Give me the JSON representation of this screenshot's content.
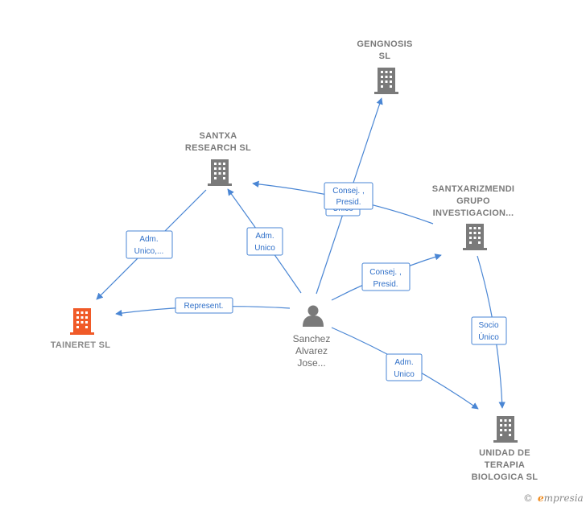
{
  "colors": {
    "edge": "#4a86d4",
    "edge_text": "#2f6fc8",
    "building": "#7a7a7a",
    "building_focus": "#f05a28",
    "person": "#7a7a7a"
  },
  "nodes": [
    {
      "id": "gengnosis",
      "type": "company",
      "icon": "building-icon",
      "lines": [
        "GENGNOSIS",
        "SL"
      ]
    },
    {
      "id": "santxa",
      "type": "company",
      "icon": "building-icon",
      "lines": [
        "SANTXA",
        "RESEARCH  SL"
      ]
    },
    {
      "id": "santxarizmendi",
      "type": "company",
      "icon": "building-icon",
      "lines": [
        "SANTXARIZMENDI",
        "GRUPO",
        "INVESTIGACION..."
      ]
    },
    {
      "id": "taineret",
      "type": "company",
      "icon": "building-icon",
      "focus": true,
      "lines": [
        "TAINERET  SL"
      ]
    },
    {
      "id": "unidad",
      "type": "company",
      "icon": "building-icon",
      "lines": [
        "UNIDAD DE",
        "TERAPIA",
        "BIOLOGICA SL"
      ]
    },
    {
      "id": "sanchez",
      "type": "person",
      "icon": "person-icon",
      "lines": [
        "Sanchez",
        "Alvarez",
        "Jose..."
      ]
    }
  ],
  "edges": [
    {
      "id": "e-gengnosis",
      "from": "sanchez",
      "to": "gengnosis",
      "label": [
        "Consej. ,",
        "Presid."
      ]
    },
    {
      "id": "e-santxarizmendi-santxa",
      "from": "santxarizmendi",
      "to": "santxa",
      "label": [
        "Unico"
      ]
    },
    {
      "id": "e-sanchez-santxa",
      "from": "sanchez",
      "to": "santxa",
      "label": [
        "Adm.",
        "Unico"
      ]
    },
    {
      "id": "e-santxa-taineret",
      "from": "santxa",
      "to": "taineret",
      "label": [
        "Adm.",
        "Unico,..."
      ]
    },
    {
      "id": "e-sanchez-taineret",
      "from": "sanchez",
      "to": "taineret",
      "label": [
        "Represent."
      ]
    },
    {
      "id": "e-sanchez-santxarizmendi",
      "from": "sanchez",
      "to": "santxarizmendi",
      "label": [
        "Consej. ,",
        "Presid."
      ]
    },
    {
      "id": "e-santxarizmendi-unidad",
      "from": "santxarizmendi",
      "to": "unidad",
      "label": [
        "Socio",
        "Único"
      ]
    },
    {
      "id": "e-sanchez-unidad",
      "from": "sanchez",
      "to": "unidad",
      "label": [
        "Adm.",
        "Unico"
      ]
    }
  ],
  "brand": {
    "copyright": "©",
    "name_first": "e",
    "name_rest": "mpresia"
  }
}
